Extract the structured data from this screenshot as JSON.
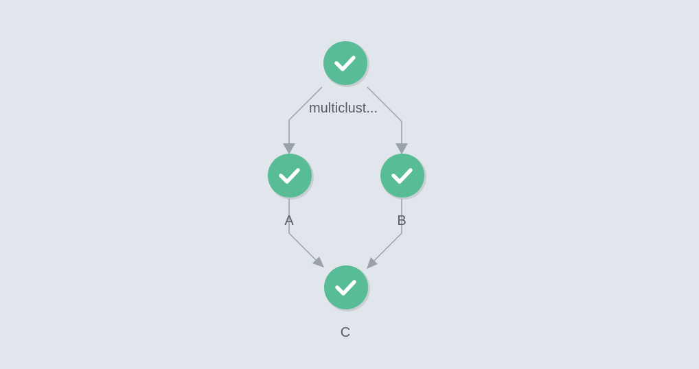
{
  "colors": {
    "background": "#e0e6eb",
    "node_success": "#58bc96",
    "edge": "#9aa1a8",
    "label": "#555b62"
  },
  "nodes": [
    {
      "id": "root",
      "label": "multiclust...",
      "status": "success",
      "icon": "check-icon"
    },
    {
      "id": "a",
      "label": "A",
      "status": "success",
      "icon": "check-icon"
    },
    {
      "id": "b",
      "label": "B",
      "status": "success",
      "icon": "check-icon"
    },
    {
      "id": "c",
      "label": "C",
      "status": "success",
      "icon": "check-icon"
    }
  ],
  "edges": [
    {
      "from": "root",
      "to": "a"
    },
    {
      "from": "root",
      "to": "b"
    },
    {
      "from": "a",
      "to": "c"
    },
    {
      "from": "b",
      "to": "c"
    }
  ]
}
